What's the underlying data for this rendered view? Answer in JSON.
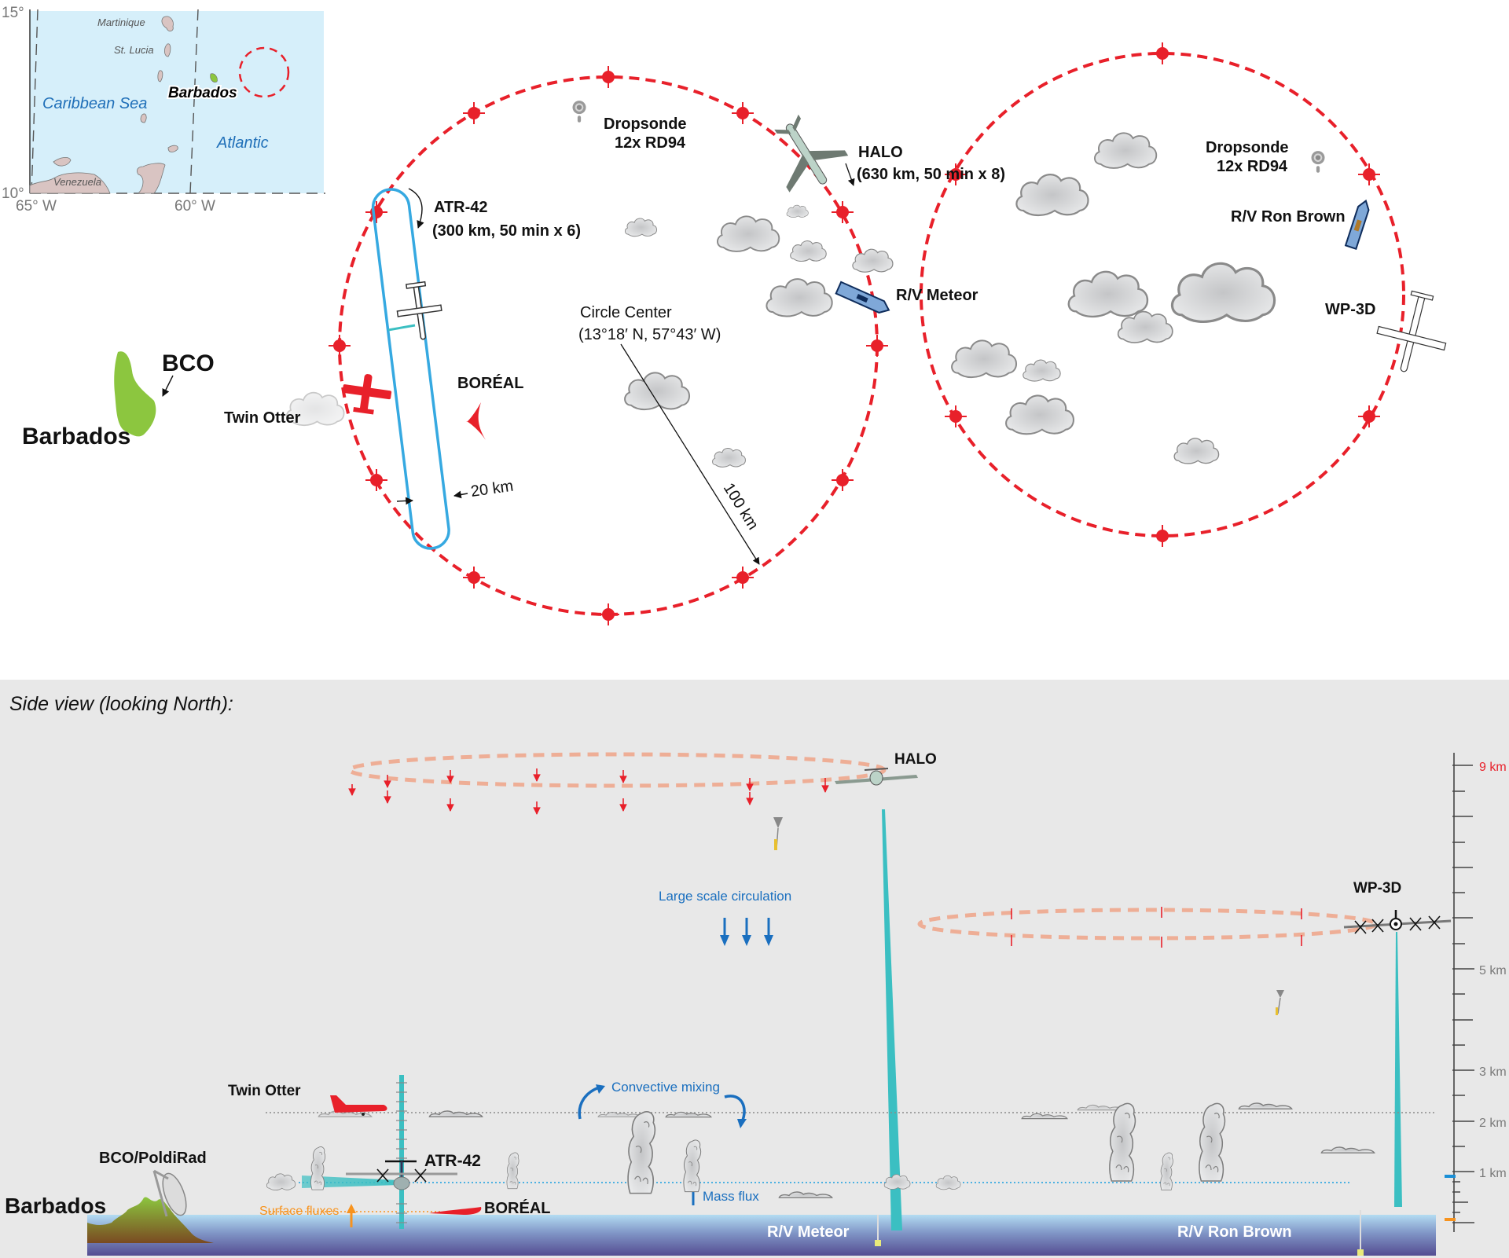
{
  "inset_map": {
    "lat_labels": [
      "15°",
      "10°"
    ],
    "lon_labels": [
      "65° W",
      "60° W"
    ],
    "islands": [
      "Martinique",
      "St. Lucia",
      "Venezuela"
    ],
    "highlight_island": "Barbados",
    "seas": [
      "Caribbean Sea",
      "Atlantic"
    ],
    "colors": {
      "water": "#d6effa",
      "land": "#d9c4c2",
      "barbados": "#8cc63f",
      "circle": "#e8202a"
    }
  },
  "plan_view": {
    "barbados_label": "Barbados",
    "bco_label": "BCO",
    "twin_otter_label": "Twin Otter",
    "boreal_label": "BORÉAL",
    "atr_label": "ATR-42",
    "atr_detail": "(300 km, 50 min x 6)",
    "atr_width_label": "20 km",
    "dropsonde_left": {
      "line1": "Dropsonde",
      "line2": "12x RD94"
    },
    "dropsonde_right": {
      "line1": "Dropsonde",
      "line2": "12x RD94"
    },
    "halo_label": "HALO",
    "halo_detail": "(630 km, 50 min x 8)",
    "meteor_label": "R/V Meteor",
    "ron_brown_label": "R/V Ron Brown",
    "wp3d_label": "WP-3D",
    "circle_center_label": "Circle Center",
    "circle_center_coords": "(13°18′ N, 57°43′ W)",
    "radius_label": "100 km",
    "colors": {
      "circle": "#e8202a",
      "atr_track": "#36a9e1",
      "cloud": "#d2d3d5",
      "cloud_edge": "#8a8a8a"
    }
  },
  "side_view": {
    "title": "Side view (looking North):",
    "halo_label": "HALO",
    "wp3d_label": "WP-3D",
    "large_scale_label": "Large scale circulation",
    "convective_label": "Convective mixing",
    "mass_flux_label": "Mass flux",
    "surface_fluxes_label": "Surface fluxes",
    "twin_otter_label": "Twin Otter",
    "atr_label": "ATR-42",
    "boreal_label": "BORÉAL",
    "bco_label": "BCO/PoldiRad",
    "barbados_label": "Barbados",
    "meteor_label": "R/V Meteor",
    "ron_brown_label": "R/V Ron Brown",
    "altitude_axis": {
      "labels": [
        {
          "text": "9 km",
          "km": 9,
          "color": "#e8202a"
        },
        {
          "text": "5 km",
          "km": 5,
          "color": "#7a7a7a"
        },
        {
          "text": "3 km",
          "km": 3,
          "color": "#7a7a7a"
        },
        {
          "text": "2 km",
          "km": 2,
          "color": "#7a7a7a"
        },
        {
          "text": "1 km",
          "km": 1,
          "color": "#7a7a7a"
        }
      ]
    },
    "colors": {
      "background": "#e8e8e8",
      "ocean_top": "#b3dcf2",
      "ocean_bottom": "#544c91",
      "orbit": "#eeae96",
      "arrow_red": "#e8202a",
      "lidar": "#3bbfc2",
      "blue": "#1a6fbf",
      "orange": "#f7931e"
    }
  }
}
